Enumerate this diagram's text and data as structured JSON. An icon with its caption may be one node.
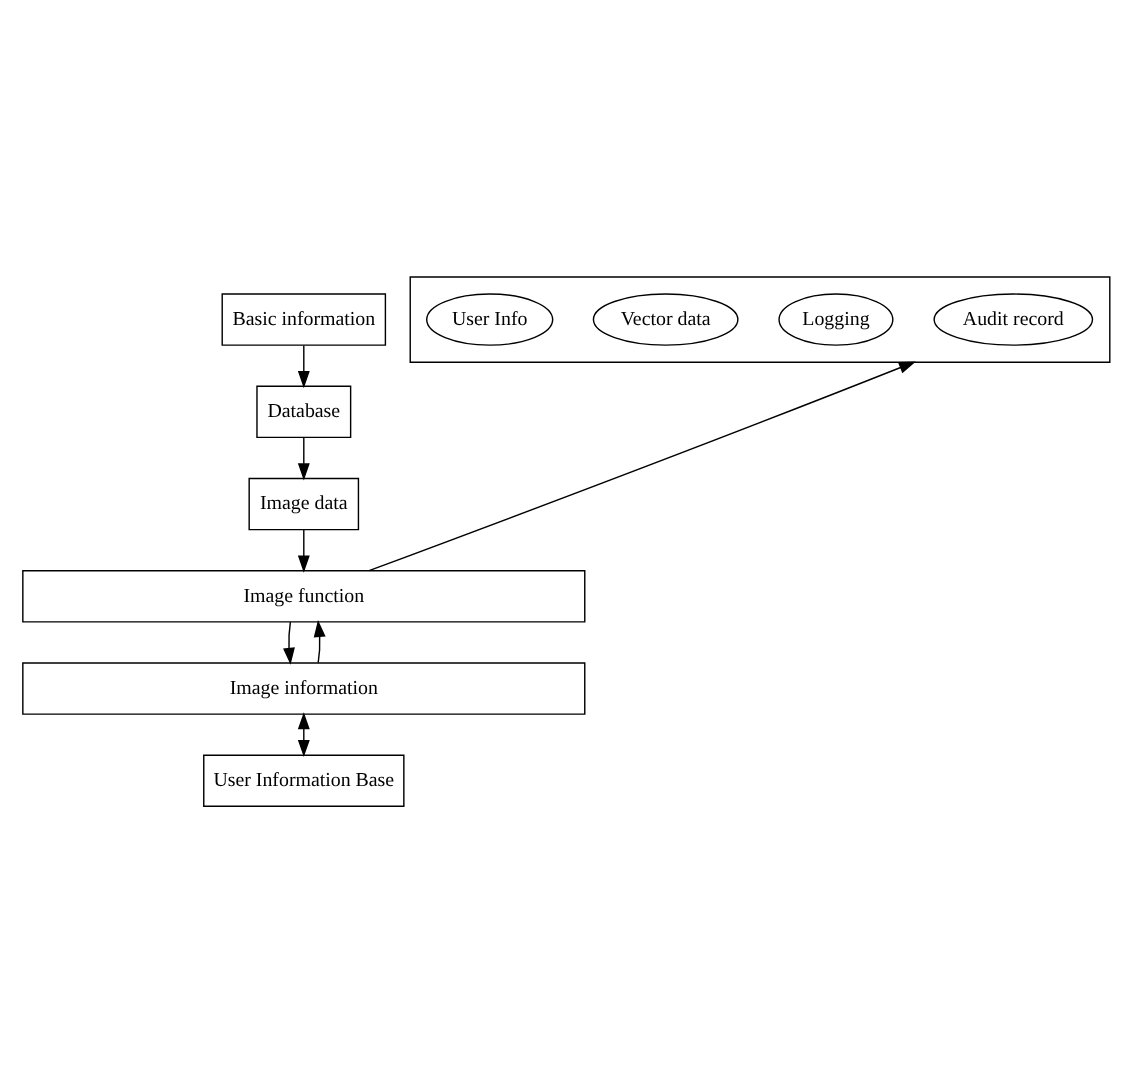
{
  "diagram": {
    "nodes": [
      {
        "text": [
          "Basic information"
        ]
      },
      {
        "text": [
          "Database"
        ]
      },
      {
        "text": [
          "Image data"
        ]
      },
      {
        "text": [
          "Image function"
        ]
      },
      {
        "text": [
          "Image information"
        ]
      },
      {
        "text": [
          "User Information Base"
        ]
      },
      {
        "text": [],
        "shape": "box"
      },
      {
        "text": [
          "Audit record"
        ],
        "in": 6
      },
      {
        "text": [
          "Logging"
        ],
        "in": 6
      },
      {
        "text": [
          "Vector data"
        ],
        "in": 6
      },
      {
        "text": [
          "User Info"
        ],
        "in": 6
      }
    ],
    "edges": [
      {
        "from": 0,
        "to": 1,
        "arrow": "to"
      },
      {
        "from": 1,
        "to": 2,
        "arrow": "to"
      },
      {
        "from": 2,
        "to": 3,
        "arrow": "to"
      },
      {
        "from": 3,
        "to": 4,
        "arrow": "to"
      },
      {
        "from": 4,
        "to": 3,
        "arrow": "to"
      },
      {
        "from": 4,
        "to": 5,
        "arrow": "both"
      },
      {
        "from": 3,
        "to": 6,
        "arrow": "to"
      }
    ]
  }
}
